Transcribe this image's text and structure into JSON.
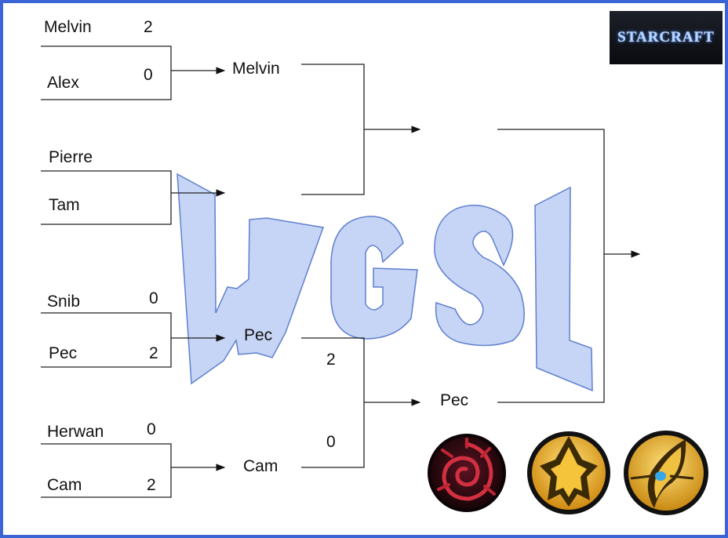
{
  "logo_text": "STARCRAFT",
  "watermark": "WGSL",
  "round1": [
    {
      "p1": "Melvin",
      "s1": "2",
      "p2": "Alex",
      "s2": "0"
    },
    {
      "p1": "Pierre",
      "s1": "",
      "p2": "Tam",
      "s2": ""
    },
    {
      "p1": "Snib",
      "s1": "0",
      "p2": "Pec",
      "s2": "2"
    },
    {
      "p1": "Herwan",
      "s1": "0",
      "p2": "Cam",
      "s2": "2"
    }
  ],
  "round2": [
    {
      "name": "Melvin"
    },
    {
      "name": ""
    },
    {
      "name": "Pec",
      "score": "2"
    },
    {
      "name": "Cam",
      "score": "0"
    }
  ],
  "semifinal": [
    {
      "name": ""
    },
    {
      "name": "Pec"
    }
  ],
  "final": {
    "name": ""
  },
  "race_icons": [
    "zerg-icon",
    "terran-icon",
    "protoss-icon"
  ],
  "colors": {
    "border": "#3b64d4",
    "watermark_fill": "#c6d5f5",
    "watermark_stroke": "#5f7fcf"
  }
}
